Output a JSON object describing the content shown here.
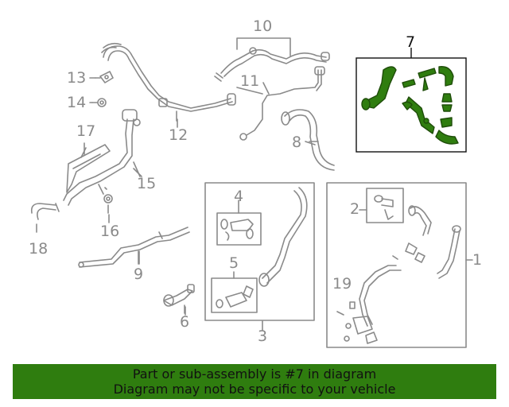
{
  "callouts": {
    "c1": "1",
    "c2": "2",
    "c3": "3",
    "c4": "4",
    "c5": "5",
    "c6": "6",
    "c7": "7",
    "c8": "8",
    "c9": "9",
    "c10": "10",
    "c11": "11",
    "c12": "12",
    "c13": "13",
    "c14": "14",
    "c15": "15",
    "c16": "16",
    "c17": "17",
    "c18": "18",
    "c19": "19"
  },
  "banner": {
    "line1": "Part or sub-assembly is #7 in diagram",
    "line2": "Diagram may not be specific to your vehicle"
  },
  "colors": {
    "highlight": "#2f7d0f",
    "part_line": "#8a8a8a",
    "label": "#8a8a8a",
    "banner_bg": "#2f7d0f"
  }
}
